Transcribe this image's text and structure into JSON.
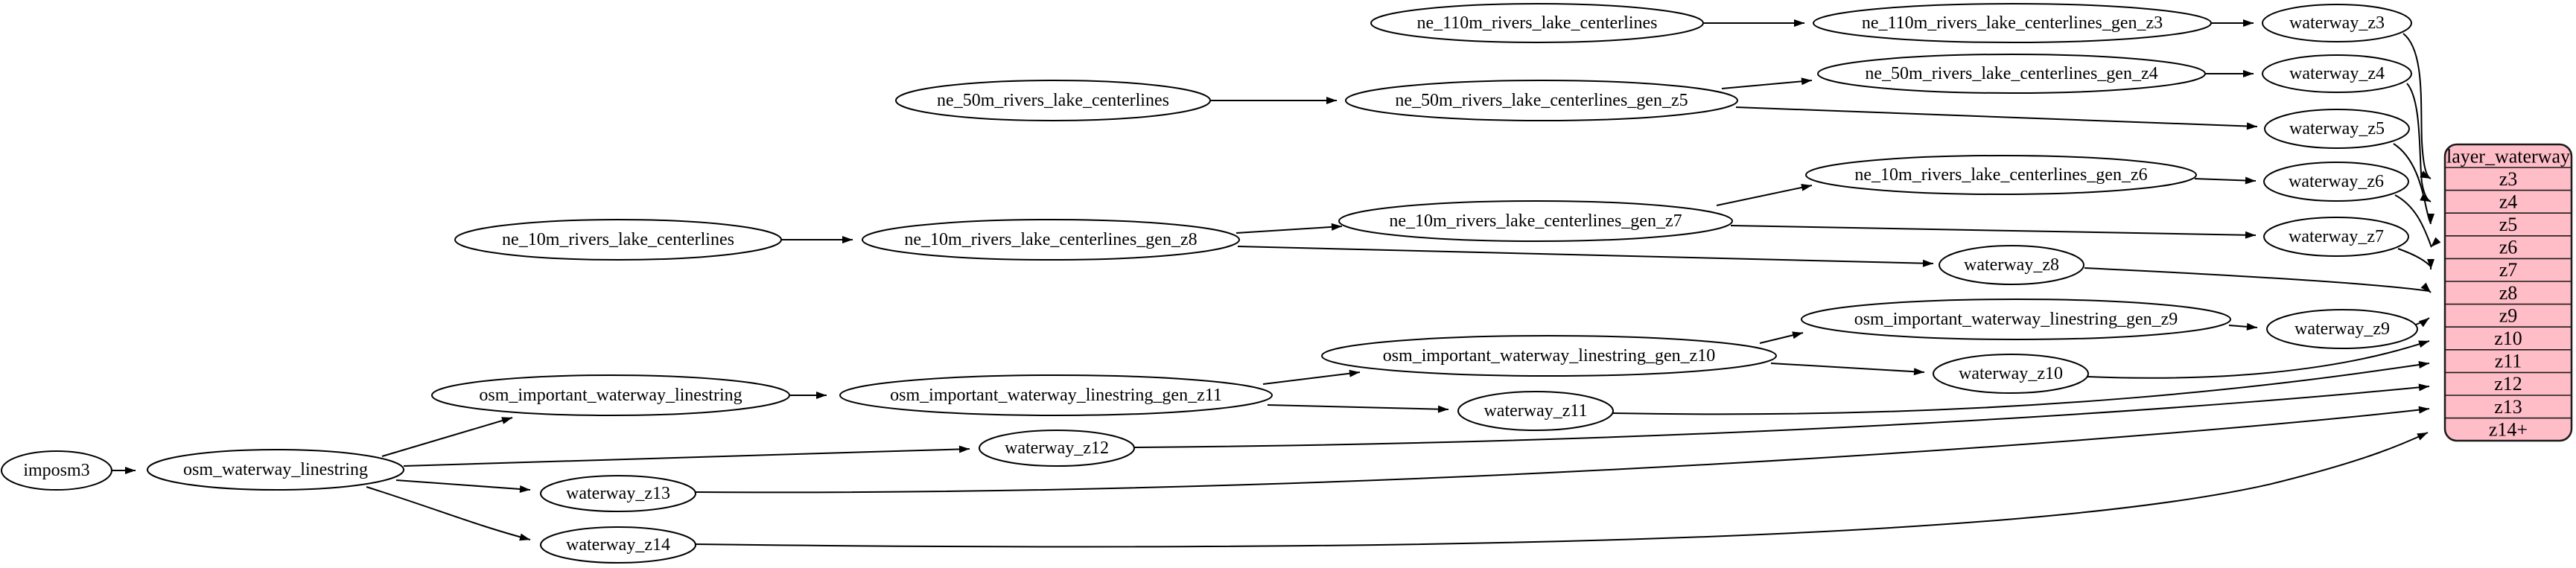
{
  "diagram": {
    "background_color": "#ffffff",
    "node_fill": "#ffffff",
    "node_stroke": "#000000",
    "edge_color": "#000000"
  },
  "nodes": {
    "imposm3": "imposm3",
    "osm_waterway_linestring": "osm_waterway_linestring",
    "osm_important_waterway_linestring": "osm_important_waterway_linestring",
    "ne_10m": "ne_10m_rivers_lake_centerlines",
    "ne_50m": "ne_50m_rivers_lake_centerlines",
    "ne_110m": "ne_110m_rivers_lake_centerlines",
    "gen_z3": "ne_110m_rivers_lake_centerlines_gen_z3",
    "gen_z4": "ne_50m_rivers_lake_centerlines_gen_z4",
    "gen_z5": "ne_50m_rivers_lake_centerlines_gen_z5",
    "gen_z6": "ne_10m_rivers_lake_centerlines_gen_z6",
    "gen_z7": "ne_10m_rivers_lake_centerlines_gen_z7",
    "gen_z8": "ne_10m_rivers_lake_centerlines_gen_z8",
    "gen_z9": "osm_important_waterway_linestring_gen_z9",
    "gen_z10": "osm_important_waterway_linestring_gen_z10",
    "gen_z11": "osm_important_waterway_linestring_gen_z11",
    "waterway_z3": "waterway_z3",
    "waterway_z4": "waterway_z4",
    "waterway_z5": "waterway_z5",
    "waterway_z6": "waterway_z6",
    "waterway_z7": "waterway_z7",
    "waterway_z8": "waterway_z8",
    "waterway_z9": "waterway_z9",
    "waterway_z10": "waterway_z10",
    "waterway_z11": "waterway_z11",
    "waterway_z12": "waterway_z12",
    "waterway_z13": "waterway_z13",
    "waterway_z14": "waterway_z14"
  },
  "table": {
    "title": "layer_waterway",
    "rows": [
      "z3",
      "z4",
      "z5",
      "z6",
      "z7",
      "z8",
      "z9",
      "z10",
      "z11",
      "z12",
      "z13",
      "z14+"
    ],
    "fill": "#ffbdc8",
    "stroke": "#1a1a1a"
  }
}
